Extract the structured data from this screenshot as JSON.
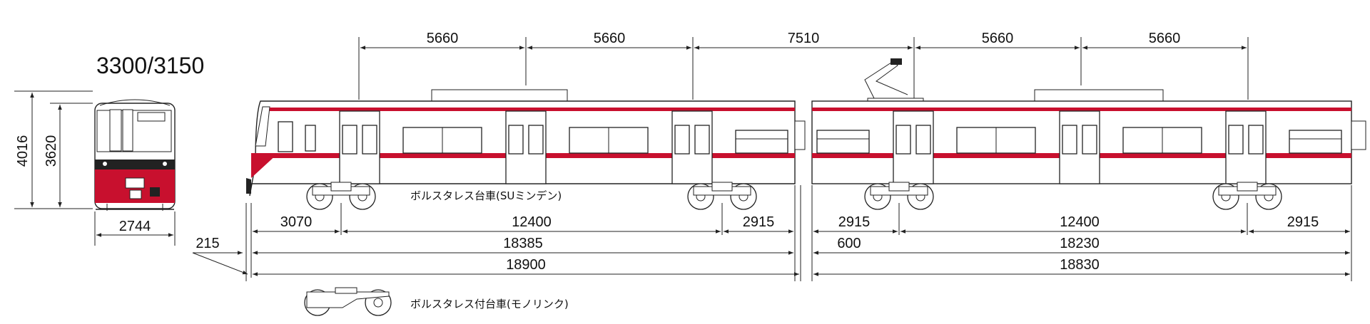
{
  "title": "3300/3150",
  "front": {
    "height_total": "4016",
    "height_body": "3620",
    "width": "2744"
  },
  "top_dims": [
    "5660",
    "5660",
    "7510",
    "5660",
    "5660"
  ],
  "car1": {
    "row1": [
      "3070",
      "12400",
      "2915"
    ],
    "row2": "18385",
    "row3": "18900",
    "offset": "215"
  },
  "car2": {
    "row1": [
      "2915",
      "12400",
      "2915"
    ],
    "row2_left": "600",
    "row2": "18230",
    "row3": "18830"
  },
  "labels": {
    "bogie_powered": "ボルスタレス台車(SUミンデン)",
    "bogie_trailer": "ボルスタレス付台車(モノリンク)"
  },
  "colors": {
    "stripe": "#c8102e",
    "line": "#222222"
  }
}
